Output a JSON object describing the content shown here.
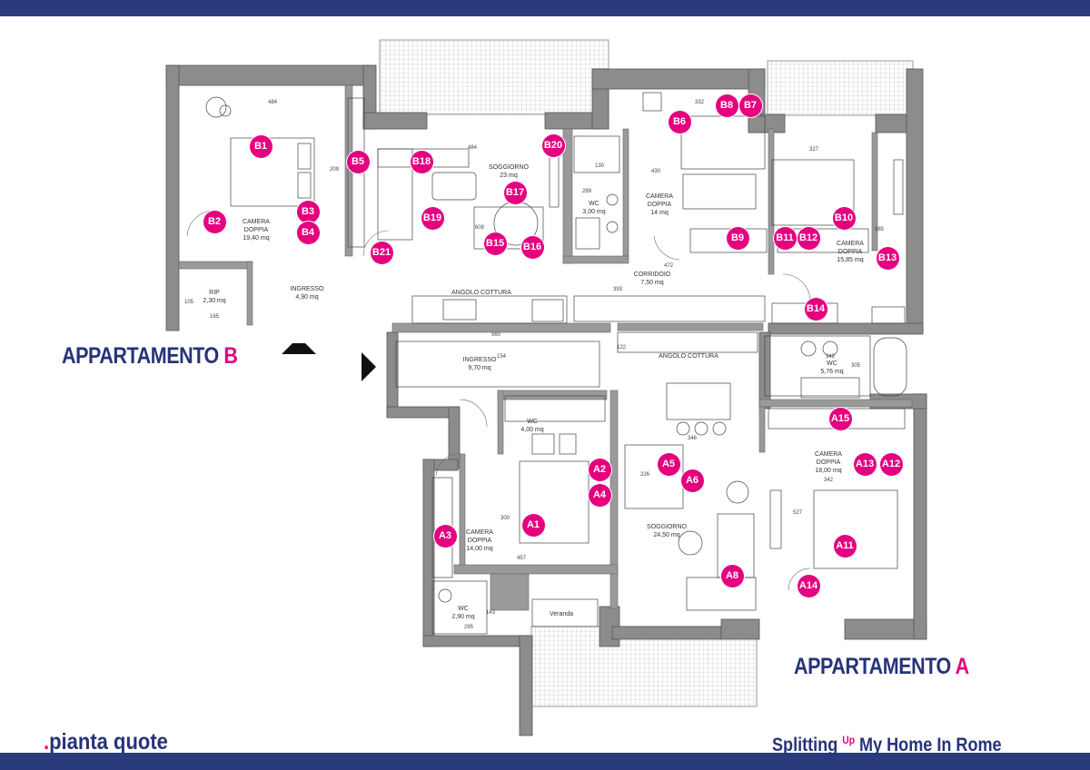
{
  "header_band_color": "#2a3b7c",
  "accent_color": "#e4007f",
  "title_color": "#26337a",
  "apartments": {
    "b": {
      "label": "APPARTAMENTO ",
      "letter": "B"
    },
    "a": {
      "label": "APPARTAMENTO ",
      "letter": "A"
    }
  },
  "footer": {
    "left_dot": ".",
    "left_text": "pianta quote",
    "right_pre": "Splitting ",
    "right_sup": "Up",
    "right_post": " My Home In Rome"
  },
  "rooms": [
    {
      "id": "b-camera1",
      "name": "CAMERA\nDOPPIA",
      "area": "19,40 mq"
    },
    {
      "id": "b-soggiorno",
      "name": "SOGGIORNO",
      "area": "23 mq"
    },
    {
      "id": "b-wc",
      "name": "WC",
      "area": "3,00 mq"
    },
    {
      "id": "b-camera2",
      "name": "CAMERA\nDOPPIA",
      "area": "14 mq"
    },
    {
      "id": "b-camera3",
      "name": "CAMERA\nDOPPIA",
      "area": "15,85 mq"
    },
    {
      "id": "b-rip",
      "name": "RIP",
      "area": "2,30 mq"
    },
    {
      "id": "b-ingresso",
      "name": "INGRESSO",
      "area": "4,90 mq"
    },
    {
      "id": "b-cottura",
      "name": "ANGOLO COTTURA",
      "area": ""
    },
    {
      "id": "b-corridoio",
      "name": "CORRIDOIO",
      "area": "7,50 mq"
    },
    {
      "id": "a-ingresso",
      "name": "INGRESSO",
      "area": "9,70 mq"
    },
    {
      "id": "a-cottura",
      "name": "ANGOLO COTTURA",
      "area": ""
    },
    {
      "id": "a-wc-big",
      "name": "WC",
      "area": "5,76 mq"
    },
    {
      "id": "a-wc1",
      "name": "WC",
      "area": "4,00 mq"
    },
    {
      "id": "a-camera1",
      "name": "CAMERA\nDOPPIA",
      "area": "14,00 mq"
    },
    {
      "id": "a-soggiorno",
      "name": "SOGGIORNO",
      "area": "24,50 mq"
    },
    {
      "id": "a-camera2",
      "name": "CAMERA\nDOPPIA",
      "area": "18,00 mq"
    },
    {
      "id": "a-wc2",
      "name": "WC",
      "area": "2,90 mq"
    },
    {
      "id": "a-veranda",
      "name": "Veranda",
      "area": ""
    }
  ],
  "dimensions": [
    "484",
    "484",
    "332",
    "327",
    "130",
    "289",
    "209",
    "608",
    "430",
    "885",
    "472",
    "393",
    "105",
    "165",
    "560",
    "154",
    "342",
    "346",
    "342",
    "527",
    "300",
    "457",
    "226",
    "143",
    "295",
    "305",
    "122"
  ],
  "markers": [
    "B1",
    "B2",
    "B3",
    "B4",
    "B5",
    "B6",
    "B7",
    "B8",
    "B9",
    "B10",
    "B11",
    "B12",
    "B13",
    "B14",
    "B15",
    "B16",
    "B17",
    "B18",
    "B19",
    "B20",
    "B21",
    "A1",
    "A2",
    "A3",
    "A4",
    "A5",
    "A6",
    "A8",
    "A11",
    "A12",
    "A13",
    "A14",
    "A15"
  ]
}
